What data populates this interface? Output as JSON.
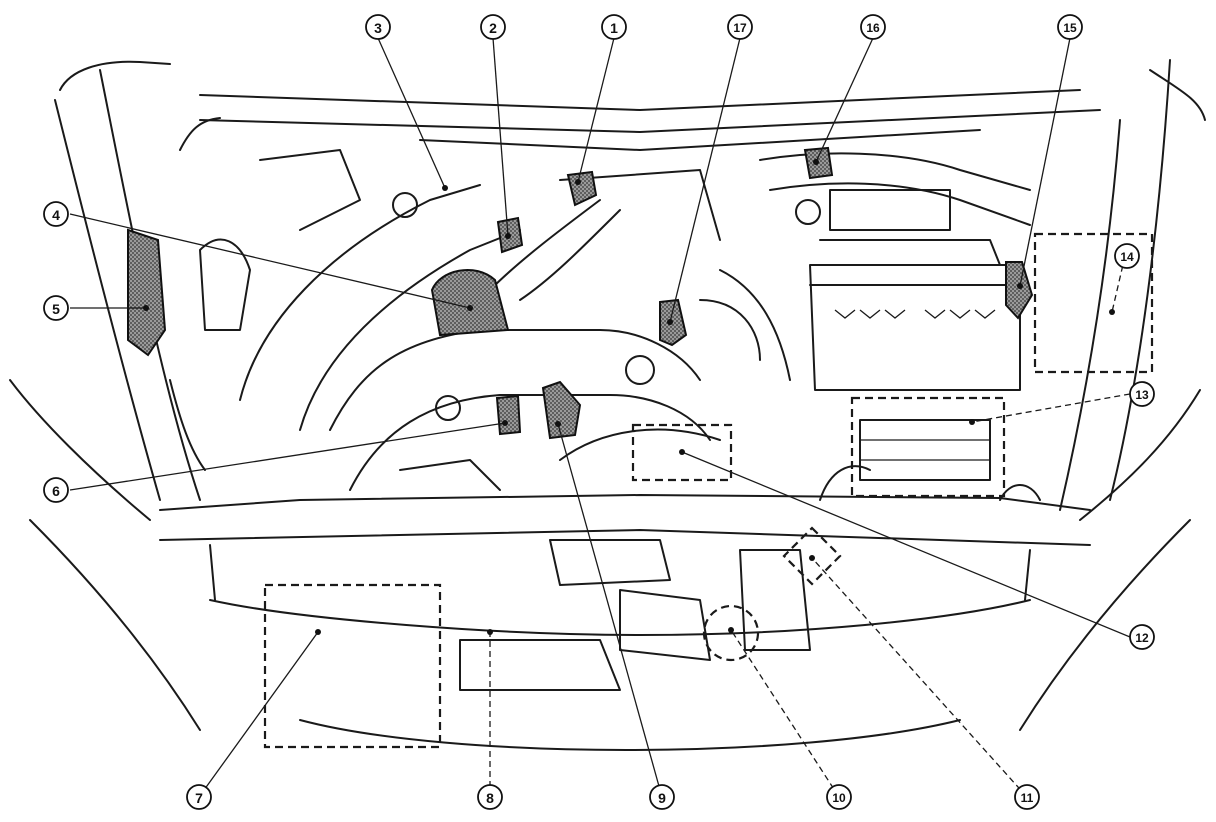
{
  "callouts": [
    {
      "id": "c1",
      "label": "1"
    },
    {
      "id": "c2",
      "label": "2"
    },
    {
      "id": "c3",
      "label": "3"
    },
    {
      "id": "c4",
      "label": "4"
    },
    {
      "id": "c5",
      "label": "5"
    },
    {
      "id": "c6",
      "label": "6"
    },
    {
      "id": "c7",
      "label": "7"
    },
    {
      "id": "c8",
      "label": "8"
    },
    {
      "id": "c9",
      "label": "9"
    },
    {
      "id": "c10",
      "label": "10"
    },
    {
      "id": "c11",
      "label": "11"
    },
    {
      "id": "c12",
      "label": "12"
    },
    {
      "id": "c13",
      "label": "13"
    },
    {
      "id": "c14",
      "label": "14"
    },
    {
      "id": "c15",
      "label": "15"
    },
    {
      "id": "c16",
      "label": "16"
    },
    {
      "id": "c17",
      "label": "17"
    }
  ],
  "colors": {
    "line": "#1a1a1a",
    "background": "#ffffff",
    "hatch": "#6b6b6b"
  }
}
